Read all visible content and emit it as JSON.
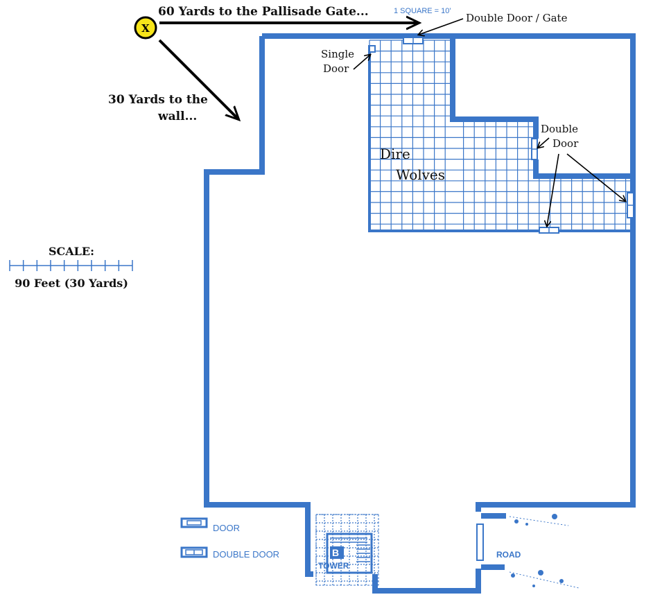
{
  "annotations": {
    "gate_distance": "60 Yards to the Pallisade Gate...",
    "wall_distance_line1": "30 Yards to the",
    "wall_distance_line2": "wall...",
    "marker_letter": "X",
    "double_door_gate": "Double Door / Gate",
    "single_door_line1": "Single",
    "single_door_line2": "Door",
    "double_door_line1": "Double",
    "double_door_line2": "Door"
  },
  "room": {
    "name_line1": "Dire",
    "name_line2": "Wolves"
  },
  "scale": {
    "title": "SCALE:",
    "caption": "90 Feet (30 Yards)",
    "ticks": 9
  },
  "map_legend": {
    "square_note": "1 SQUARE = 10'",
    "door": "DOOR",
    "double_door": "DOUBLE DOOR",
    "tower_letter": "B",
    "tower": "TOWER",
    "road": "ROAD"
  },
  "colors": {
    "wall_blue": "#3a76c8",
    "marker_yellow": "#f7e51a",
    "ink": "#000000"
  }
}
